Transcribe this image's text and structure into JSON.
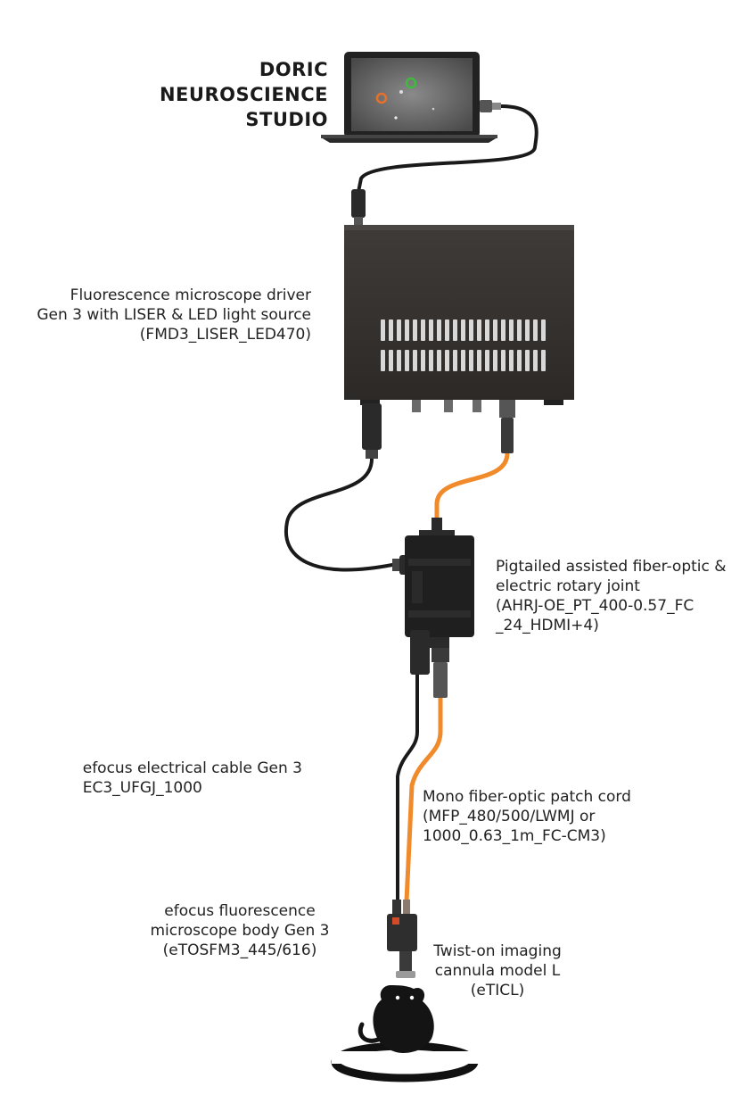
{
  "brand": {
    "lines": [
      "DORIC",
      "NEUROSCIENCE",
      "STUDIO"
    ]
  },
  "labels": {
    "driver": [
      "Fluorescence microscope driver",
      "Gen 3 with LISER & LED light source",
      "(FMD3_LISER_LED470)"
    ],
    "rotary_joint": [
      "Pigtailed assisted fiber-optic &",
      "electric rotary joint",
      "(AHRJ-OE_PT_400-0.57_FC",
      "_24_HDMI+4)"
    ],
    "electrical_cable": [
      "efocus electrical cable Gen 3",
      "EC3_UFGJ_1000"
    ],
    "patch_cord": [
      "Mono fiber-optic patch cord",
      "(MFP_480/500/LWMJ or",
      "1000_0.63_1m_FC-CM3)"
    ],
    "microscope_body": [
      "efocus fluorescence",
      "microscope body Gen 3",
      "(eTOSFM3_445/616)"
    ],
    "cannula": [
      "Twist-on imaging",
      "cannula model L",
      "(eTICL)"
    ]
  },
  "colors": {
    "fiber": "#f08a2a",
    "cable": "#1a1a1a",
    "device": "#3a3634",
    "roi_orange": "#e8702a",
    "roi_green": "#3dbb3d"
  },
  "icons": {
    "laptop": "laptop-icon",
    "mouse": "mouse-icon"
  }
}
